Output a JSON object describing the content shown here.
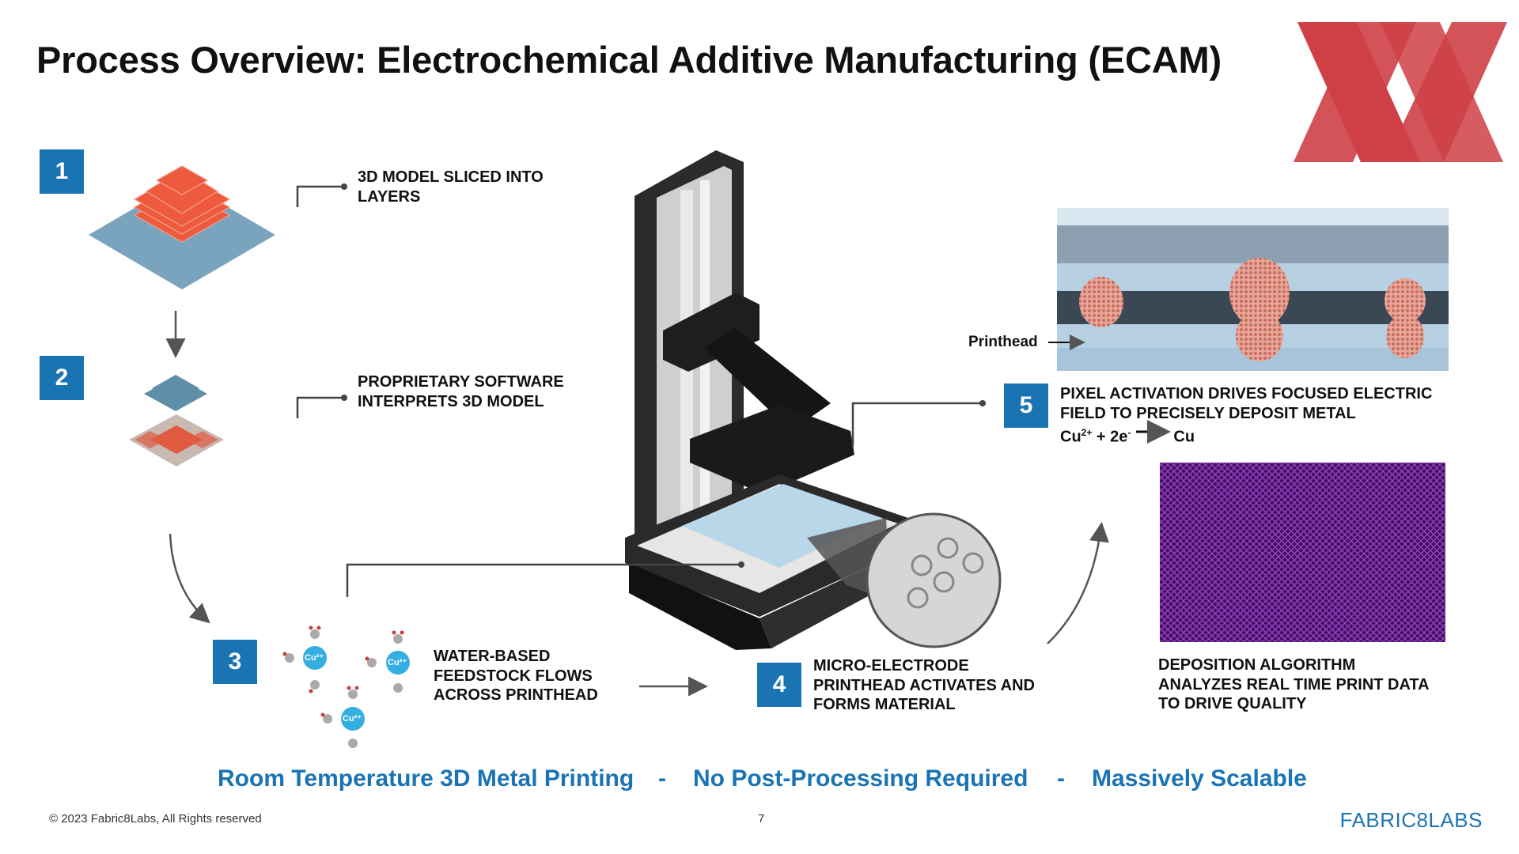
{
  "slide": {
    "title": "Process Overview: Electrochemical Additive Manufacturing (ECAM)",
    "brand_color": "#1a74b4",
    "logo_color": "#c8262d"
  },
  "steps": [
    {
      "number": "1",
      "text_lines": [
        "3D MODEL SLICED INTO",
        "LAYERS"
      ]
    },
    {
      "number": "2",
      "text_lines": [
        "PROPRIETARY SOFTWARE",
        "INTERPRETS 3D MODEL"
      ]
    },
    {
      "number": "3",
      "text_lines": [
        "WATER-BASED",
        "FEEDSTOCK FLOWS",
        "ACROSS PRINTHEAD"
      ]
    },
    {
      "number": "4",
      "text_lines": [
        "MICRO-ELECTRODE",
        "PRINTHEAD ACTIVATES AND",
        "FORMS MATERIAL"
      ]
    },
    {
      "number": "5",
      "text_lines": [
        "PIXEL ACTIVATION DRIVES FOCUSED ELECTRIC",
        "FIELD TO PRECISELY DEPOSIT METAL"
      ]
    }
  ],
  "reaction": {
    "lhs": "Cu",
    "lhs_sup": "2+",
    "plus": " + 2e",
    "e_sup": "-",
    "rhs": "Cu"
  },
  "ion_label": "Cu²⁺",
  "printhead_label": "Printhead",
  "algorithm_text_lines": [
    "DEPOSITION ALGORITHM",
    "ANALYZES REAL TIME PRINT DATA",
    "TO DRIVE QUALITY"
  ],
  "taglines": [
    "Room Temperature 3D Metal Printing",
    "-",
    "No Post-Processing Required",
    "-",
    "Massively Scalable"
  ],
  "footer": {
    "copyright": "© 2023 Fabric8Labs, All Rights reserved",
    "page_number": "7",
    "brand": "FABRIC8LABS"
  }
}
